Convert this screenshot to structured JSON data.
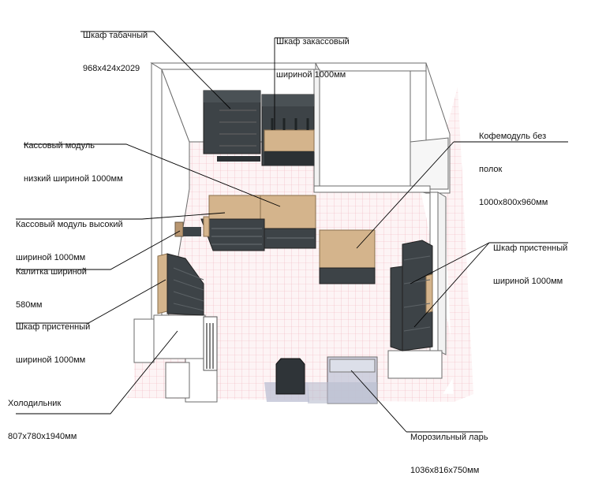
{
  "labels": {
    "tobacco_cabinet": {
      "line1": "Шкаф табачный",
      "line2": "968x424x2029"
    },
    "behind_checkout": {
      "line1": "Шкаф закассовый",
      "line2": "шириной 1000мм"
    },
    "low_checkout": {
      "line1": "Кассовый модуль",
      "line2": "низкий шириной 1000мм"
    },
    "coffee_module": {
      "line1": "Кофемодуль без",
      "line2": "полок",
      "line3": "1000x800x960мм"
    },
    "high_checkout": {
      "line1": "Кассовый модуль высокий",
      "line2": "шириной 1000мм"
    },
    "wall_cabinet_right": {
      "line1": "Шкаф пристенный",
      "line2": "шириной 1000мм"
    },
    "gate": {
      "line1": "Калитка шириной",
      "line2": "580мм"
    },
    "wall_cabinet_left": {
      "line1": "Шкаф пристенный",
      "line2": "шириной 1000мм"
    },
    "fridge": {
      "line1": "Холодильник",
      "line2": "807x780x1940мм"
    },
    "freezer": {
      "line1": "Морозильный ларь",
      "line2": "1036x816x750мм"
    }
  },
  "colors": {
    "wall": "#ffffff",
    "wall_edge": "#6b6b6b",
    "floor_grid": "#f2b8c0",
    "floor_bg": "#fdf1f3",
    "cabinet": "#3d4347",
    "cabinet_dark": "#2c3134",
    "wood": "#d4b48c",
    "wood_dark": "#b89670",
    "glass": "#c9ccdc",
    "leader": "#000000"
  }
}
